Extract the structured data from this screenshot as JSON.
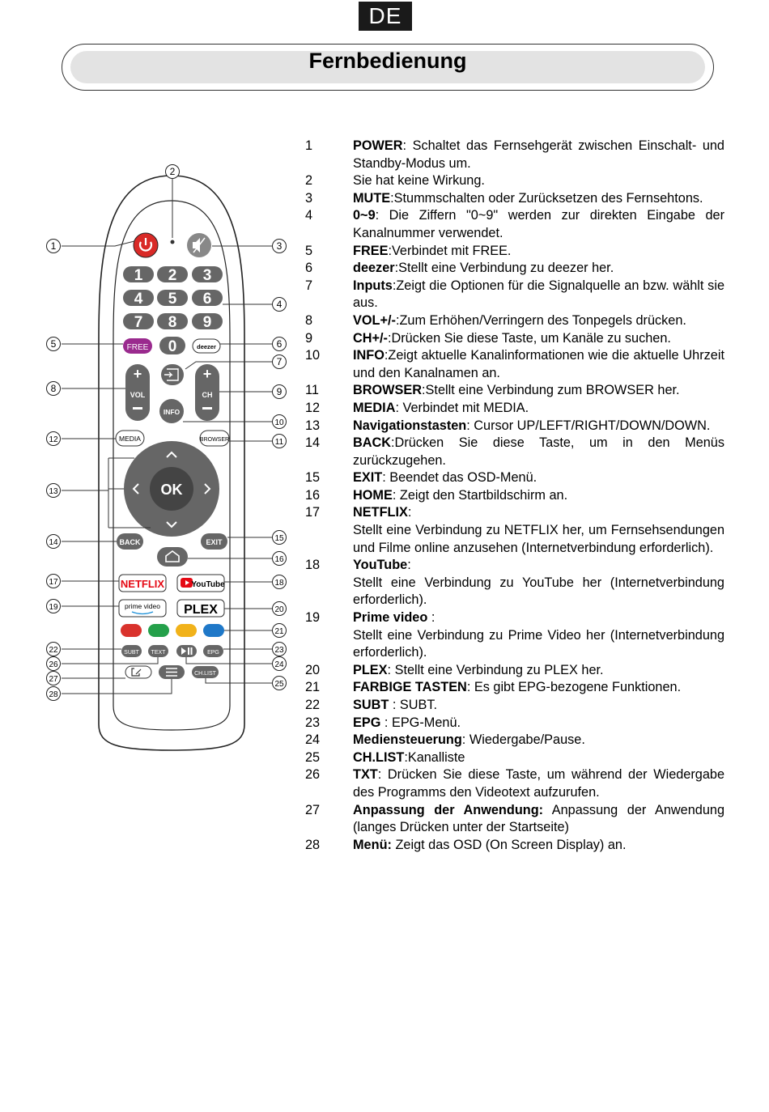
{
  "lang": "DE",
  "title": "Fernbedienung",
  "remote": {
    "keys": {
      "free": "FREE",
      "deezer": "deezer",
      "vol": "VOL",
      "ch": "CH",
      "info": "INFO",
      "media": "MEDIA",
      "browser": "BROWSER",
      "ok": "OK",
      "back": "BACK",
      "exit": "EXIT",
      "netflix": "NETFLIX",
      "youtube": "YouTube",
      "prime": "prime video",
      "plex": "PLEX",
      "subt": "SUBT",
      "text": "TEXT",
      "epg": "EPG",
      "chlist": "CH.LIST",
      "digits": [
        "1",
        "2",
        "3",
        "4",
        "5",
        "6",
        "7",
        "8",
        "9",
        "0"
      ]
    },
    "callouts": [
      "1",
      "2",
      "3",
      "4",
      "5",
      "6",
      "7",
      "8",
      "9",
      "10",
      "11",
      "12",
      "13",
      "14",
      "15",
      "16",
      "17",
      "18",
      "19",
      "20",
      "21",
      "22",
      "23",
      "24",
      "25",
      "26",
      "27",
      "28"
    ],
    "colors": {
      "red": "#d9322c",
      "green": "#24a04a",
      "yellow": "#f1b21a",
      "blue": "#1f78c8",
      "free": "#9a2a8e",
      "netflix": "#e50914",
      "power": "#d92a27"
    }
  },
  "items": [
    {
      "n": "1",
      "term": "POWER",
      "rest": ": Schaltet das Fernsehgerät zwischen Einschalt- und Standby-Modus um."
    },
    {
      "n": "2",
      "term": "",
      "rest": "Sie hat keine Wirkung."
    },
    {
      "n": "3",
      "term": "MUTE",
      "rest": ":Stummschalten oder Zurücksetzen des Fernsehtons."
    },
    {
      "n": "4",
      "term": "0~9",
      "rest": ": Die Ziffern \"0~9\" werden zur direkten Eingabe der Kanalnummer verwendet."
    },
    {
      "n": "5",
      "term": "FREE",
      "rest": ":Verbindet mit FREE."
    },
    {
      "n": "6",
      "term": "deezer",
      "rest": ":Stellt eine Verbindung zu deezer her."
    },
    {
      "n": "7",
      "term": "Inputs",
      "rest": ":Zeigt die Optionen für die Signalquelle an bzw. wählt sie aus."
    },
    {
      "n": "8",
      "term": "VOL+/-",
      "rest": ":Zum Erhöhen/Verringern des Tonpegels drücken."
    },
    {
      "n": "9",
      "term": "CH+/-",
      "rest": ":Drücken Sie diese Taste, um Kanäle zu suchen."
    },
    {
      "n": "10",
      "term": "INFO",
      "rest": ":Zeigt aktuelle Kanalinformationen wie die aktuelle Uhrzeit und den Kanalnamen an."
    },
    {
      "n": "11",
      "term": "BROWSER",
      "rest": ":Stellt eine Verbindung zum BROWSER her."
    },
    {
      "n": "12",
      "term": "MEDIA",
      "rest": ": Verbindet mit MEDIA."
    },
    {
      "n": "13",
      "term": "Navigationstasten",
      "rest": ": Cursor UP/LEFT/RIGHT/DOWN/DOWN."
    },
    {
      "n": "14",
      "term": "BACK",
      "rest": ":Drücken Sie diese Taste, um in den Menüs zurückzugehen."
    },
    {
      "n": "15",
      "term": "EXIT",
      "rest": ": Beendet das OSD-Menü."
    },
    {
      "n": "16",
      "term": "HOME",
      "rest": ": Zeigt den Startbildschirm an."
    },
    {
      "n": "17",
      "term": "NETFLIX",
      "rest": ":",
      "sub": "Stellt eine Verbindung zu NETFLIX her, um Fernsehsendungen und Filme online anzusehen (Internetverbindung erforderlich)."
    },
    {
      "n": "18",
      "term": "YouTube",
      "rest": ":",
      "sub": "Stellt eine Verbindung zu YouTube her (Internetverbindung erforderlich)."
    },
    {
      "n": "19",
      "term": "Prime video",
      "rest": " :",
      "sub": "Stellt eine Verbindung zu Prime Video her (Internetverbindung erforderlich)."
    },
    {
      "n": "20",
      "term": "PLEX",
      "rest": ": Stellt eine Verbindung zu PLEX her."
    },
    {
      "n": "21",
      "term": "FARBIGE TASTEN",
      "rest": ": Es gibt EPG-bezogene Funktionen."
    },
    {
      "n": "22",
      "term": "SUBT",
      "rest": " : SUBT."
    },
    {
      "n": "23",
      "term": "EPG",
      "rest": " : EPG-Menü."
    },
    {
      "n": "24",
      "term": "Mediensteuerung",
      "rest": ": Wiedergabe/Pause."
    },
    {
      "n": "25",
      "term": "CH.LIST",
      "rest": ":Kanalliste"
    },
    {
      "n": "26",
      "term": "TXT",
      "rest": ": Drücken Sie diese Taste, um während der Wiedergabe des Programms den Videotext aufzurufen."
    },
    {
      "n": "27",
      "term": "Anpassung der Anwendung:",
      "rest": " Anpassung der Anwendung (langes Drücken unter der Startseite)"
    },
    {
      "n": "28",
      "term": "Menü:",
      "rest": " Zeigt das OSD (On Screen Display) an."
    }
  ]
}
